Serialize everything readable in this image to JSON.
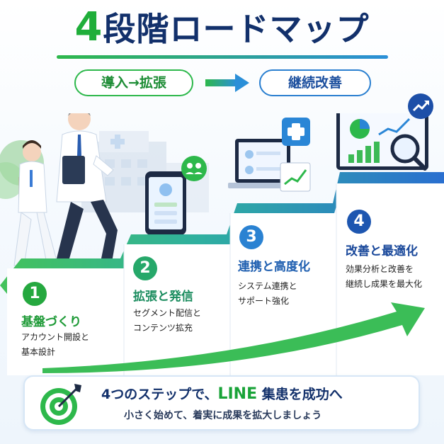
{
  "title": {
    "number": "4",
    "text": "段階ロードマップ"
  },
  "phases": {
    "left": "導入→拡張",
    "right": "継続改善"
  },
  "steps": [
    {
      "number": "1",
      "title": "基盤づくり",
      "desc_line1": "アカウント開設と",
      "desc_line2": "基本設計"
    },
    {
      "number": "2",
      "title": "拡張と発信",
      "desc_line1": "セグメント配信と",
      "desc_line2": "コンテンツ拡充"
    },
    {
      "number": "3",
      "title": "連携と高度化",
      "desc_line1": "システム連携と",
      "desc_line2": "サポート強化"
    },
    {
      "number": "4",
      "title": "改善と最適化",
      "desc_line1": "効果分析と改善を",
      "desc_line2": "継続し成果を最大化"
    }
  ],
  "banner": {
    "pre": "4つのステップで、",
    "highlight": "LINE",
    "post": "集患を成功へ",
    "sub": "小さく始めて、着実に成果を拡大しましょう"
  },
  "colors": {
    "green": "#2db84b",
    "blue": "#2a7fd0",
    "navy": "#12306b"
  },
  "icons": [
    "arrow-right-icon",
    "hospital-icon",
    "doctor-icon",
    "nurse-icon",
    "smartphone-icon",
    "people-icon",
    "laptop-icon",
    "medical-icon",
    "dashboard-icon",
    "chart-up-icon",
    "magnifier-icon",
    "target-icon"
  ]
}
